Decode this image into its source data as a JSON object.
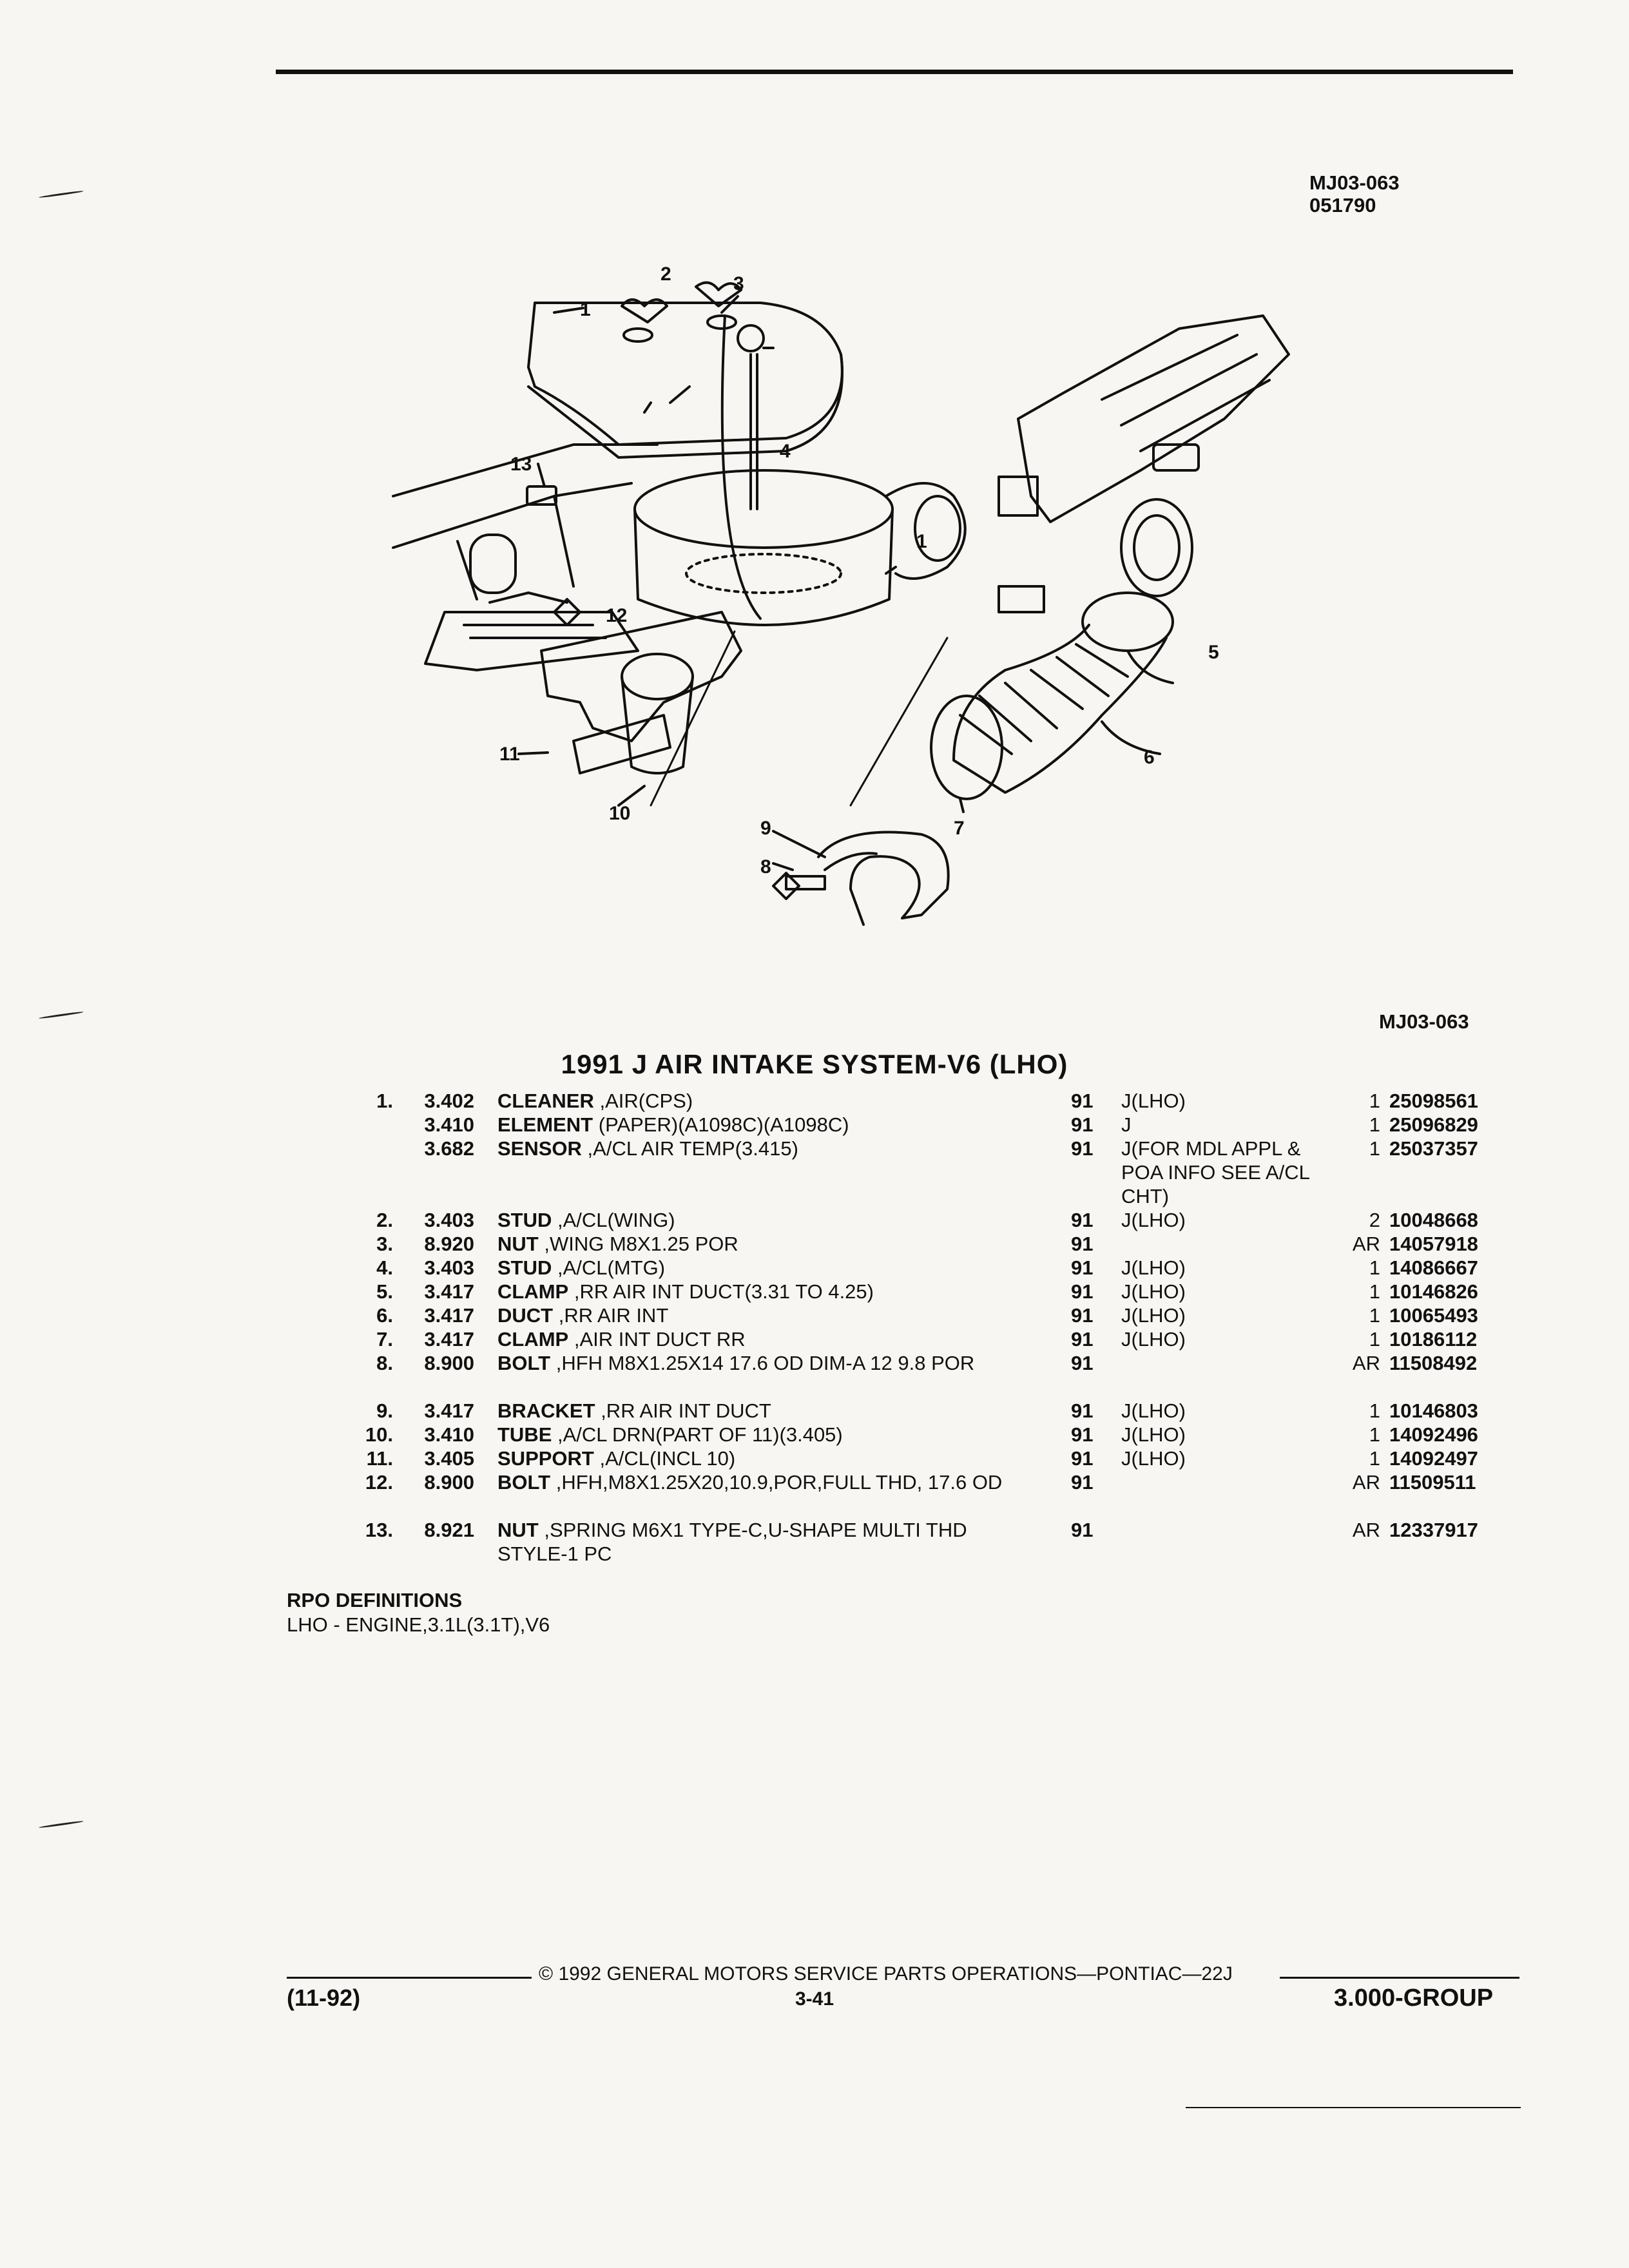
{
  "header": {
    "doc_id": "MJ03-063",
    "doc_date": "051790"
  },
  "diagram": {
    "caption": "MJ03-063",
    "callouts": [
      "1",
      "2",
      "3",
      "1",
      "13",
      "4",
      "12",
      "5",
      "6",
      "11",
      "10",
      "9",
      "8",
      "7"
    ]
  },
  "title": "1991 J AIR INTAKE SYSTEM-V6 (LHO)",
  "parts": [
    {
      "num": "1.",
      "group": "3.402",
      "name": "CLEANER",
      "desc": ",AIR(CPS)",
      "year": "91",
      "model": "J(LHO)",
      "qty": "1",
      "pn": "25098561"
    },
    {
      "num": "",
      "group": "3.410",
      "name": "ELEMENT",
      "desc": "(PAPER)(A1098C)(A1098C)",
      "year": "91",
      "model": "J",
      "qty": "1",
      "pn": "25096829"
    },
    {
      "num": "",
      "group": "3.682",
      "name": "SENSOR",
      "desc": ",A/CL AIR TEMP(3.415)",
      "year": "91",
      "model": "J(FOR MDL APPL & POA INFO SEE A/CL CHT)",
      "qty": "1",
      "pn": "25037357"
    },
    {
      "num": "2.",
      "group": "3.403",
      "name": "STUD",
      "desc": ",A/CL(WING)",
      "year": "91",
      "model": "J(LHO)",
      "qty": "2",
      "pn": "10048668"
    },
    {
      "num": "3.",
      "group": "8.920",
      "name": "NUT",
      "desc": ",WING M8X1.25 POR",
      "year": "91",
      "model": "",
      "qty": "AR",
      "pn": "14057918"
    },
    {
      "num": "4.",
      "group": "3.403",
      "name": "STUD",
      "desc": ",A/CL(MTG)",
      "year": "91",
      "model": "J(LHO)",
      "qty": "1",
      "pn": "14086667"
    },
    {
      "num": "5.",
      "group": "3.417",
      "name": "CLAMP",
      "desc": ",RR AIR INT DUCT(3.31 TO 4.25)",
      "year": "91",
      "model": "J(LHO)",
      "qty": "1",
      "pn": "10146826"
    },
    {
      "num": "6.",
      "group": "3.417",
      "name": "DUCT",
      "desc": ",RR AIR INT",
      "year": "91",
      "model": "J(LHO)",
      "qty": "1",
      "pn": "10065493"
    },
    {
      "num": "7.",
      "group": "3.417",
      "name": "CLAMP",
      "desc": ",AIR INT DUCT RR",
      "year": "91",
      "model": "J(LHO)",
      "qty": "1",
      "pn": "10186112"
    },
    {
      "num": "8.",
      "group": "8.900",
      "name": "BOLT",
      "desc": ",HFH M8X1.25X14 17.6 OD DIM-A 12 9.8 POR",
      "year": "91",
      "model": "",
      "qty": "AR",
      "pn": "11508492"
    },
    {
      "num": "9.",
      "group": "3.417",
      "name": "BRACKET",
      "desc": ",RR AIR INT DUCT",
      "year": "91",
      "model": "J(LHO)",
      "qty": "1",
      "pn": "10146803"
    },
    {
      "num": "10.",
      "group": "3.410",
      "name": "TUBE",
      "desc": ",A/CL DRN(PART OF 11)(3.405)",
      "year": "91",
      "model": "J(LHO)",
      "qty": "1",
      "pn": "14092496"
    },
    {
      "num": "11.",
      "group": "3.405",
      "name": "SUPPORT",
      "desc": ",A/CL(INCL 10)",
      "year": "91",
      "model": "J(LHO)",
      "qty": "1",
      "pn": "14092497"
    },
    {
      "num": "12.",
      "group": "8.900",
      "name": "BOLT",
      "desc": ",HFH,M8X1.25X20,10.9,POR,FULL THD, 17.6 OD",
      "year": "91",
      "model": "",
      "qty": "AR",
      "pn": "11509511"
    },
    {
      "num": "13.",
      "group": "8.921",
      "name": "NUT",
      "desc": ",SPRING M6X1 TYPE-C,U-SHAPE MULTI THD STYLE-1 PC",
      "year": "91",
      "model": "",
      "qty": "AR",
      "pn": "12337917"
    }
  ],
  "rpo": {
    "heading": "RPO DEFINITIONS",
    "definition": "LHO - ENGINE,3.1L(3.1T),V6"
  },
  "footer": {
    "copyright": "© 1992 GENERAL MOTORS SERVICE PARTS OPERATIONS—PONTIAC—22J",
    "date": "(11-92)",
    "page": "3-41",
    "group": "3.000-GROUP"
  }
}
